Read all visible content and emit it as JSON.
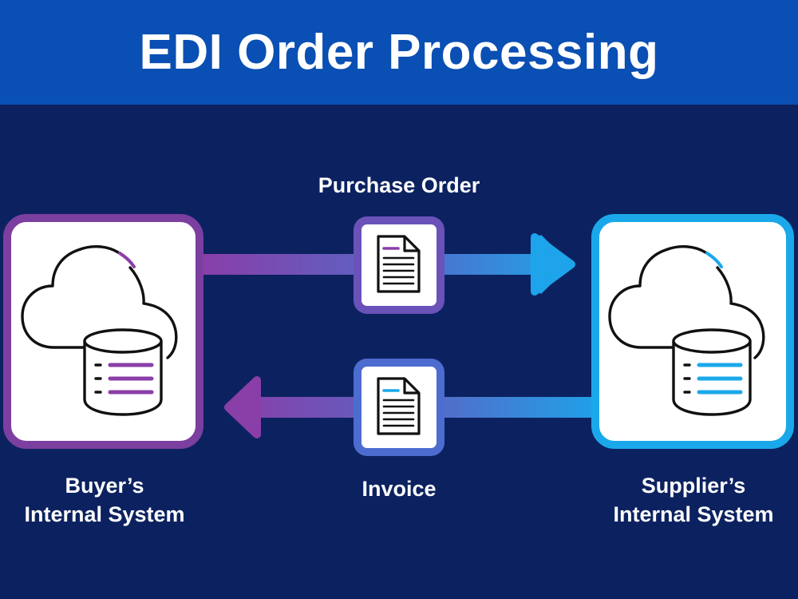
{
  "title": "EDI Order Processing",
  "flows": {
    "top_label": "Purchase Order",
    "bottom_label": "Invoice"
  },
  "nodes": {
    "buyer": {
      "line1": "Buyer’s",
      "line2": "Internal System"
    },
    "supplier": {
      "line1": "Supplier’s",
      "line2": "Internal System"
    }
  },
  "colors": {
    "header_bg": "#0a4fb3",
    "page_bg": "#0c2260",
    "buyer_accent": "#7b3fa0",
    "supplier_accent": "#1aa8ea"
  },
  "icons": {
    "buyer": [
      "cloud-icon",
      "database-icon"
    ],
    "supplier": [
      "cloud-icon",
      "database-icon"
    ],
    "documents": [
      "purchase-order-document-icon",
      "invoice-document-icon"
    ],
    "arrows": [
      "arrow-right-icon",
      "arrow-left-icon"
    ]
  }
}
